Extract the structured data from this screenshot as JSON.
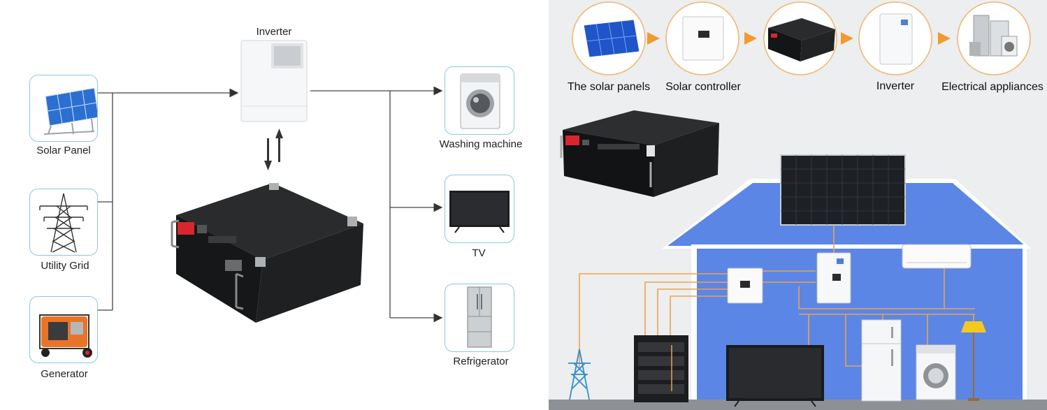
{
  "left_diagram": {
    "sources": [
      {
        "label": "Solar Panel",
        "icon": "solar-panel-icon"
      },
      {
        "label": "Utility Grid",
        "icon": "power-tower-icon"
      },
      {
        "label": "Generator",
        "icon": "generator-icon"
      }
    ],
    "center": {
      "inverter_label": "Inverter",
      "battery_icon": "rack-battery-icon"
    },
    "outputs": [
      {
        "label": "Washing machine",
        "icon": "washing-machine-icon"
      },
      {
        "label": "TV",
        "icon": "tv-icon"
      },
      {
        "label": "Refrigerator",
        "icon": "refrigerator-icon"
      }
    ]
  },
  "right_diagram": {
    "flow": [
      {
        "label": "The solar panels",
        "icon": "solar-panels-icon"
      },
      {
        "label": "Solar controller",
        "icon": "solar-controller-icon"
      },
      {
        "label": "",
        "icon": "battery-module-icon"
      },
      {
        "label": "Inverter",
        "icon": "inverter-icon"
      },
      {
        "label": "Electrical appliances",
        "icon": "appliances-icon"
      }
    ],
    "colors": {
      "arrow": "#f29a2e",
      "house": "#5b86e6",
      "wire": "#f0a24a",
      "circle_border": "#f0b872"
    }
  }
}
